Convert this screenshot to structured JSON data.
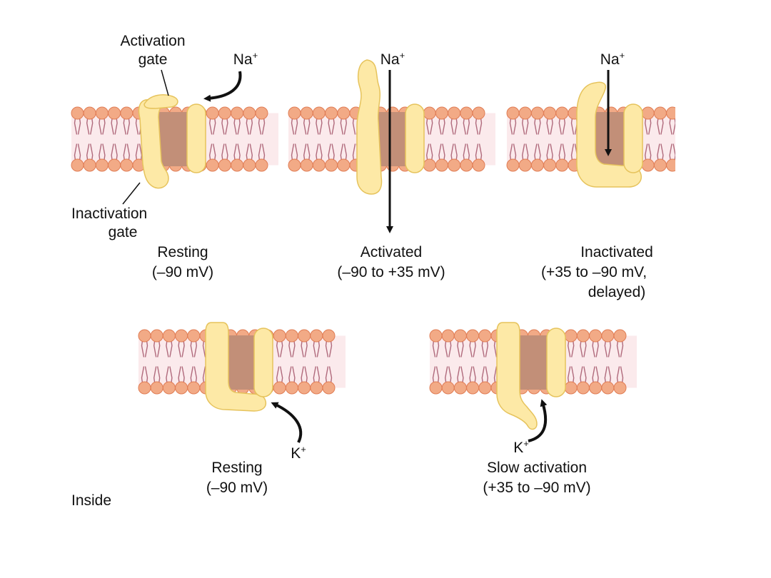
{
  "labels": {
    "activation_gate_line1": "Activation",
    "activation_gate_line2": "gate",
    "inactivation_gate_line1": "Inactivation",
    "inactivation_gate_line2": "gate",
    "inside": "Inside"
  },
  "sodium_channel": {
    "ion": {
      "base": "Na",
      "charge": "+"
    },
    "states": [
      {
        "name": "Resting",
        "voltage": "(–90 mV)",
        "extra": ""
      },
      {
        "name": "Activated",
        "voltage": "(–90 to +35 mV)",
        "extra": ""
      },
      {
        "name": "Inactivated",
        "voltage": "(+35 to –90 mV,",
        "extra": "delayed)"
      }
    ]
  },
  "potassium_channel": {
    "ion": {
      "base": "K",
      "charge": "+"
    },
    "states": [
      {
        "name": "Resting",
        "voltage": "(–90 mV)"
      },
      {
        "name": "Slow activation",
        "voltage": "(+35 to –90 mV)"
      }
    ]
  },
  "colors": {
    "lipid_head": "#f2aa86",
    "lipid_head_stroke": "#e07d55",
    "lipid_bg": "#fbeaec",
    "lipid_tail": "#b06a7c",
    "pore": "#c28f78",
    "protein": "#fde9a6",
    "protein_stroke": "#e6c35c",
    "arrow": "#111111",
    "text": "#111111"
  }
}
